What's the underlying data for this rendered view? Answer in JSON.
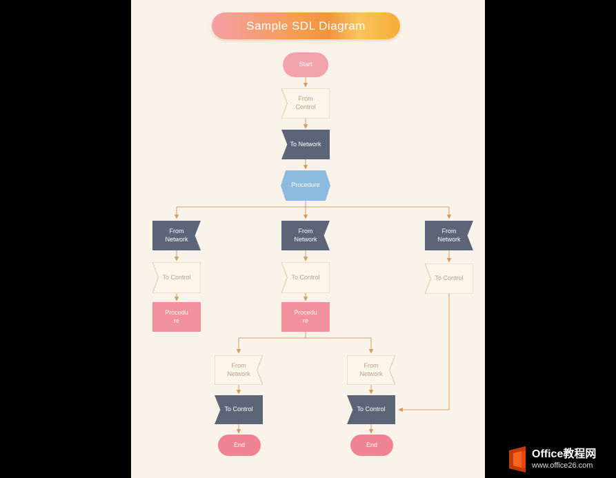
{
  "title": {
    "text": "Sample SDL Diagram"
  },
  "nodes": [
    {
      "id": "start",
      "line1": "Start"
    },
    {
      "id": "from-control",
      "line1": "From",
      "line2": "Control"
    },
    {
      "id": "to-network",
      "line1": "To Network"
    },
    {
      "id": "procedure",
      "line1": "Procedure"
    },
    {
      "id": "from-network-left",
      "line1": "From",
      "line2": "Network"
    },
    {
      "id": "from-network-middle",
      "line1": "From",
      "line2": "Network"
    },
    {
      "id": "from-network-right",
      "line1": "From",
      "line2": "Network"
    },
    {
      "id": "to-control-left",
      "line1": "To Control"
    },
    {
      "id": "to-control-middle",
      "line1": "To Control"
    },
    {
      "id": "to-control-right",
      "line1": "To Control"
    },
    {
      "id": "procedure-left",
      "line1": "Procedu",
      "line2": "re"
    },
    {
      "id": "procedure-middle",
      "line1": "Procedu",
      "line2": "re"
    },
    {
      "id": "from-network-bottom-left",
      "line1": "From",
      "line2": "Network"
    },
    {
      "id": "from-network-bottom-right",
      "line1": "From",
      "line2": "Network"
    },
    {
      "id": "to-control-bottom-left",
      "line1": "To Control"
    },
    {
      "id": "to-control-bottom-right",
      "line1": "To Control"
    },
    {
      "id": "end-left",
      "line1": "End"
    },
    {
      "id": "end-right",
      "line1": "End"
    }
  ],
  "watermark": {
    "brand": "Office教程网",
    "url": "www.office26.com"
  },
  "colors": {
    "page_bg": "#000000",
    "canvas_bg": "#faf3ea",
    "title_gradient_left": "#f5a0a7",
    "title_gradient_right": "#f6ac38",
    "dark_shape": "#5c6477",
    "pink_start": "#f3a3ab",
    "pink_procedure": "#f2909e",
    "pink_end": "#ee8492",
    "blue_hexagon": "#8cbade",
    "cream_fill": "#fdf5e9",
    "cream_border": "#e2c49e",
    "connector": "#d29c60",
    "muted_text": "#b3a08c",
    "watermark_logo_orange": "#e8440c"
  }
}
